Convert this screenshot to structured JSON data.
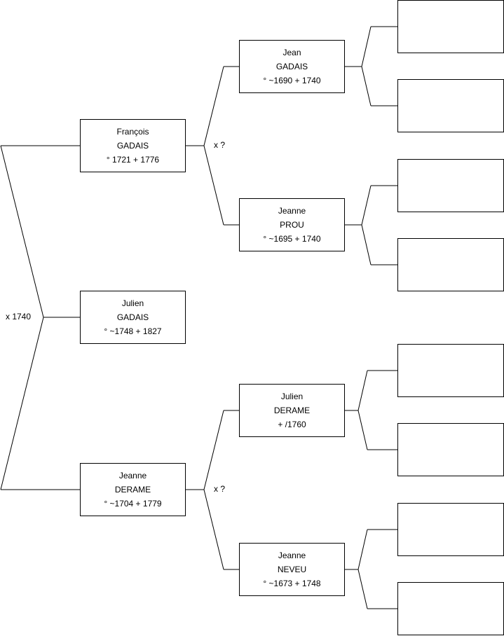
{
  "persons": {
    "julien_gadais": {
      "given": "Julien",
      "surname": "GADAIS",
      "dates": "° ~1748 + 1827"
    },
    "francois_gadais": {
      "given": "François",
      "surname": "GADAIS",
      "dates": "° 1721 + 1776"
    },
    "jeanne_derame": {
      "given": "Jeanne",
      "surname": "DERAME",
      "dates": "° ~1704 + 1779"
    },
    "jean_gadais": {
      "given": "Jean",
      "surname": "GADAIS",
      "dates": "° ~1690 + 1740"
    },
    "jeanne_prou": {
      "given": "Jeanne",
      "surname": "PROU",
      "dates": "° ~1695 + 1740"
    },
    "julien_derame": {
      "given": "Julien",
      "surname": "DERAME",
      "dates": "+ /1760"
    },
    "jeanne_neveu": {
      "given": "Jeanne",
      "surname": "NEVEU",
      "dates": "° ~1673 + 1748"
    }
  },
  "marriages": {
    "parents": "x 1740",
    "paternal": "x ?",
    "maternal": "x ?"
  }
}
